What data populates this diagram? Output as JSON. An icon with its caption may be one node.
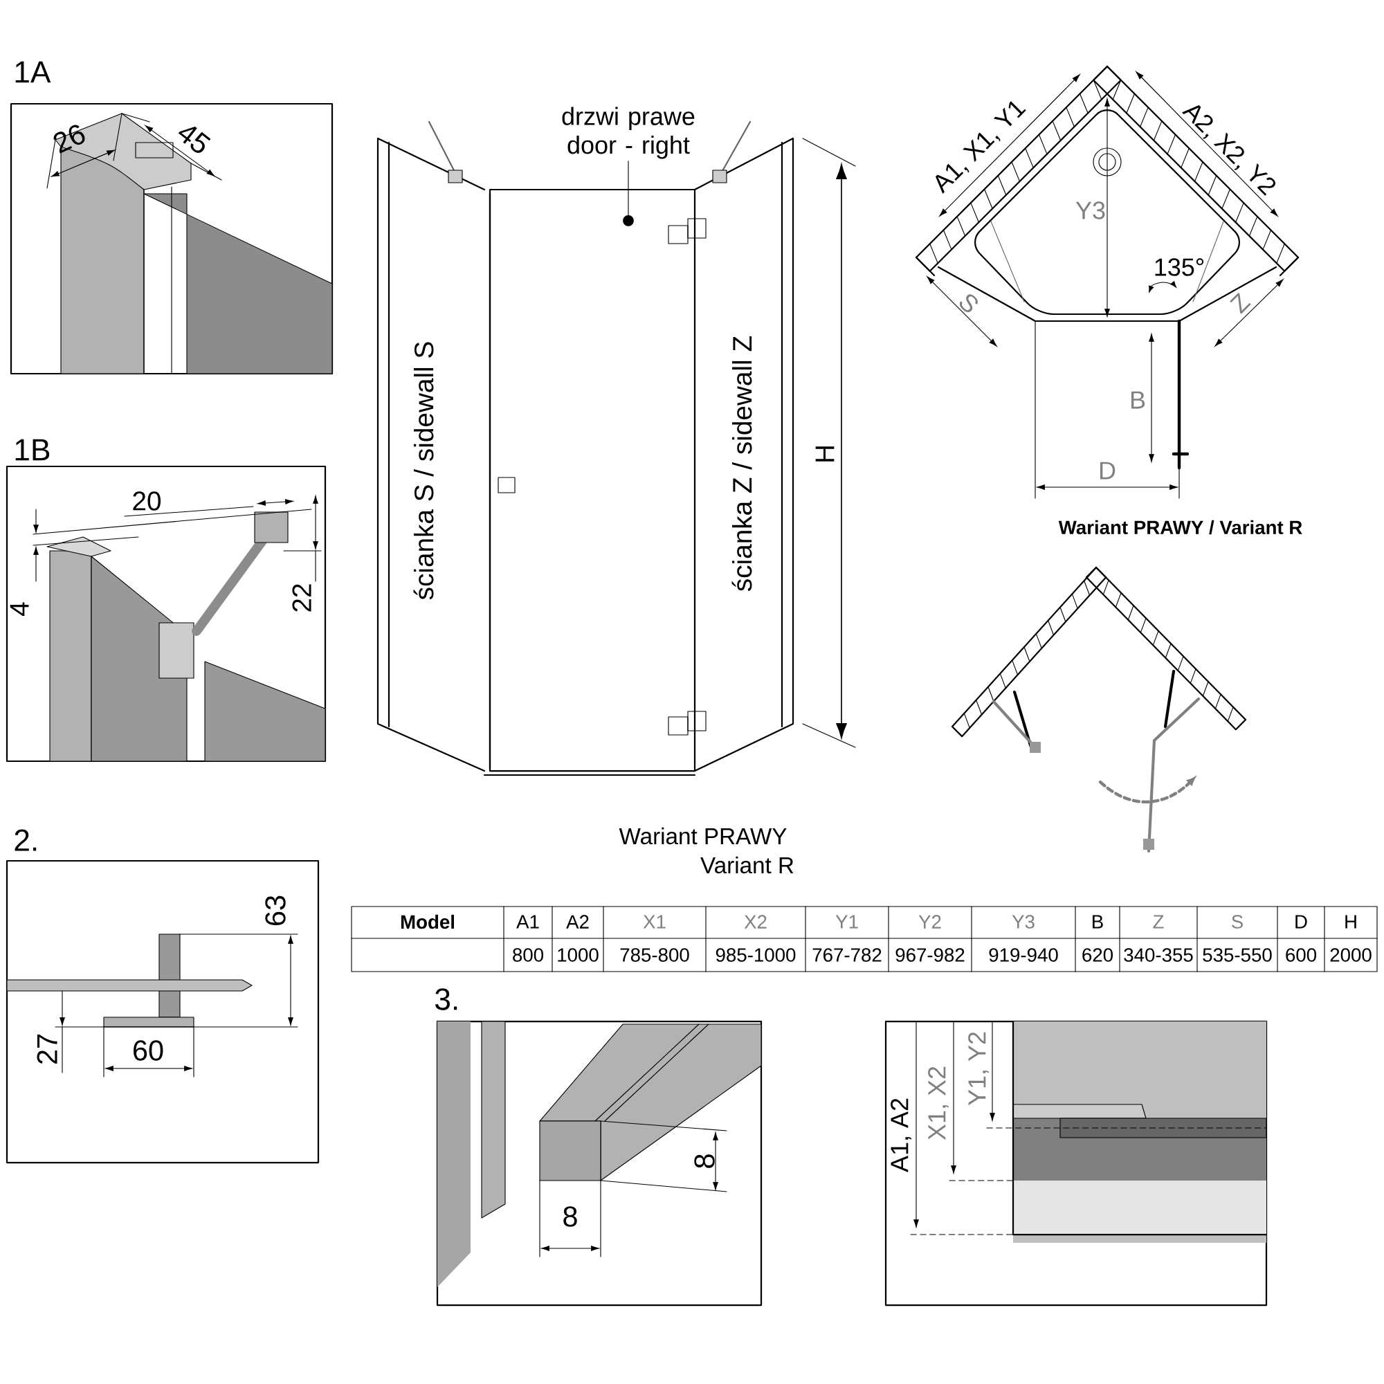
{
  "diagram": {
    "nodes": [
      {
        "text": [
          "drzwi prawe door - right"
        ]
      },
      {
        "text": [],
        "shape": "box"
      }
    ],
    "edges": [
      {
        "from": 0,
        "to": 1,
        "arrow": "other"
      }
    ],
    "labels": [
      "1A",
      "26",
      "45",
      "1B",
      "20",
      "4",
      "22",
      "2.",
      "63",
      "27",
      "60",
      "ścianka S / sidewall S",
      "ścianka Z / sidewall Z",
      "H",
      "A1, X1, Y1",
      "A2, X2, Y2",
      "Y3",
      "135°",
      "S",
      "Z",
      "B",
      "D",
      "Wariant PRAWY / Variant R",
      "Wariant PRAWY",
      "Variant R",
      "Model",
      "A1",
      "A2",
      "X1",
      "X2",
      "Y1",
      "Y2",
      "Y3",
      "B",
      "Z",
      "S",
      "D",
      "H",
      "800",
      "1000",
      "785-800",
      "985-1000",
      "767-782",
      "967-982",
      "919-940",
      "620",
      "340-355",
      "535-550",
      "600",
      "2000",
      "3.",
      "8",
      "8",
      "A1, A2",
      "X1, X2",
      "Y1, Y2"
    ]
  }
}
